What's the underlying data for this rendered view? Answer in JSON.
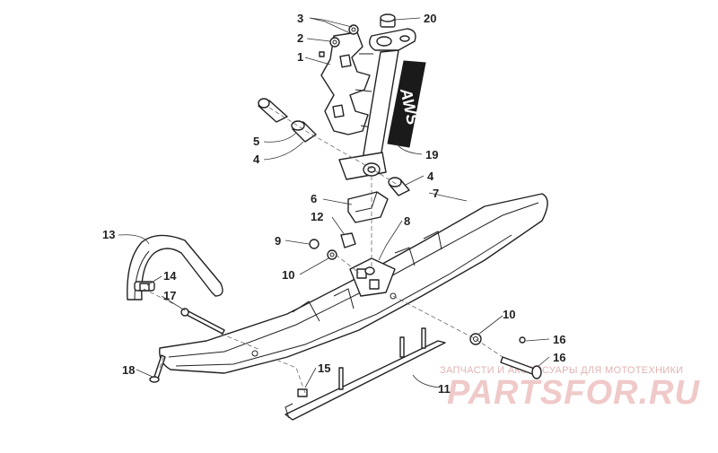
{
  "callouts": [
    {
      "id": "c1",
      "text": "1"
    },
    {
      "id": "c2",
      "text": "2"
    },
    {
      "id": "c3",
      "text": "3"
    },
    {
      "id": "c4a",
      "text": "4"
    },
    {
      "id": "c4b",
      "text": "4"
    },
    {
      "id": "c5",
      "text": "5"
    },
    {
      "id": "c6",
      "text": "6"
    },
    {
      "id": "c7",
      "text": "7"
    },
    {
      "id": "c8",
      "text": "8"
    },
    {
      "id": "c9",
      "text": "9"
    },
    {
      "id": "c10a",
      "text": "10"
    },
    {
      "id": "c10b",
      "text": "10"
    },
    {
      "id": "c11",
      "text": "11"
    },
    {
      "id": "c12",
      "text": "12"
    },
    {
      "id": "c13",
      "text": "13"
    },
    {
      "id": "c14",
      "text": "14"
    },
    {
      "id": "c15",
      "text": "15"
    },
    {
      "id": "c16a",
      "text": "16"
    },
    {
      "id": "c16b",
      "text": "16"
    },
    {
      "id": "c17",
      "text": "17"
    },
    {
      "id": "c18",
      "text": "18"
    },
    {
      "id": "c19",
      "text": "19"
    },
    {
      "id": "c20",
      "text": "20"
    }
  ],
  "decal": {
    "text": "AWS"
  },
  "watermark": {
    "tagline": "ЗАПЧАСТИ И АКСЕССУАРЫ ДЛЯ МОТОТЕХНИКИ",
    "logo": "PARTSFOR.RU"
  },
  "colors": {
    "line": "#222222",
    "watermark": "#e8b5b5",
    "background": "#ffffff"
  }
}
